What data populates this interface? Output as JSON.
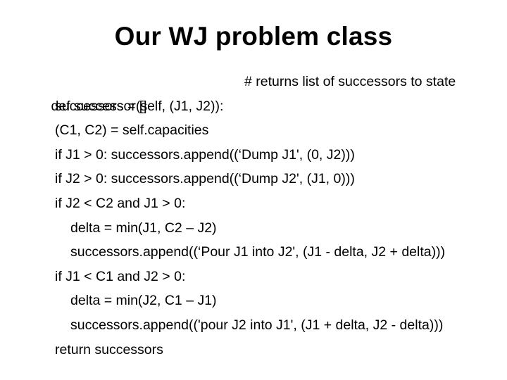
{
  "slide": {
    "title": "Our WJ problem class",
    "code_lines": [
      {
        "text": "def successor(self, (J1, J2)):",
        "comment": "# returns list of successors to state"
      },
      {
        "text": "successors = []"
      },
      {
        "text": "(C1, C2) = self.capacities"
      },
      {
        "text": "if J1 > 0: successors.append((‘Dump J1', (0, J2)))"
      },
      {
        "text": "if J2 > 0: successors.append((‘Dump J2', (J1, 0)))"
      },
      {
        "text": "if J2 < C2 and J1 > 0:"
      },
      {
        "text": "delta = min(J1, C2 – J2)"
      },
      {
        "text": "successors.append((‘Pour J1 into J2', (J1 - delta, J2 + delta)))"
      },
      {
        "text": "if J1 < C1 and J2 > 0:"
      },
      {
        "text": "delta = min(J2, C1 – J1)"
      },
      {
        "text": "successors.append(('pour J2 into J1', (J1 + delta, J2 - delta)))"
      },
      {
        "text": "return successors"
      }
    ]
  }
}
